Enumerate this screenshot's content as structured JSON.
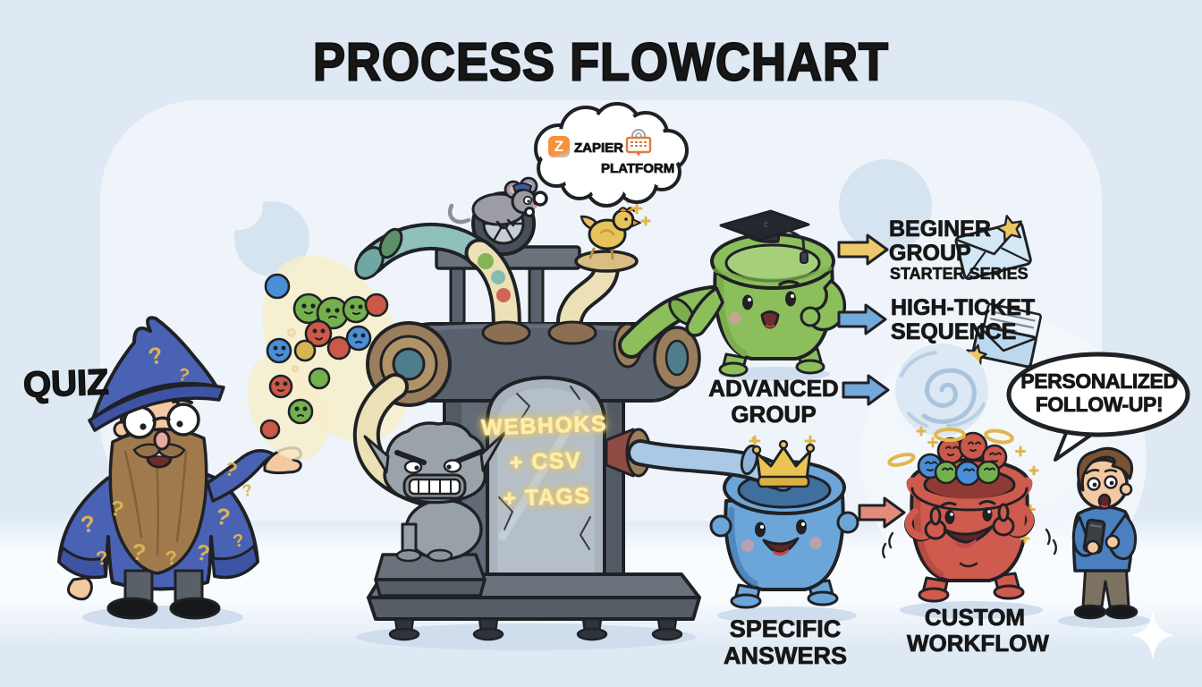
{
  "title": "PROCESS FLOWCHART",
  "colors": {
    "background": "#dee9f4",
    "panel": "#eef4fa",
    "ink": "#1f2125",
    "arrow_yellow": "#edc86d",
    "arrow_blue": "#74a9dc",
    "arrow_red": "#e28b7a",
    "wizard_blue": "#4a62b4",
    "machine_grey": "#626b76",
    "bucket_green": "#8cbf5c",
    "bucket_blue": "#6ca6d9",
    "bucket_red": "#cf5a4e",
    "glow_text": "#fceeae",
    "gold": "#e2b64d"
  },
  "labels": {
    "quiz": "QUIZ",
    "advanced": {
      "line1": "ADVANCED",
      "line2": "GROUP"
    },
    "beginner": {
      "line1": "BEGINER",
      "line2": "GROUP",
      "sub": "STARTER SERIES"
    },
    "high_ticket": {
      "line1": "HIGH-TICKET",
      "line2": "SEQUENCE"
    },
    "specific": {
      "line1": "SPECIFIC",
      "line2": "ANSWERS"
    },
    "custom": {
      "line1": "CUSTOM",
      "line2": "WORKFLOW"
    }
  },
  "thought_bubble": {
    "zapier": "ZAPIER",
    "platform": "PLATFORM",
    "logo_letter": "Z"
  },
  "tablet": {
    "line1": "WEBHOKS",
    "line2": "+ CSV",
    "line3": "+ TAGS"
  },
  "speech_bubble": {
    "line1": "PERSONALIZED",
    "line2": "FOLLOW-UP!"
  },
  "wizard": {
    "pattern_symbol": "?"
  }
}
